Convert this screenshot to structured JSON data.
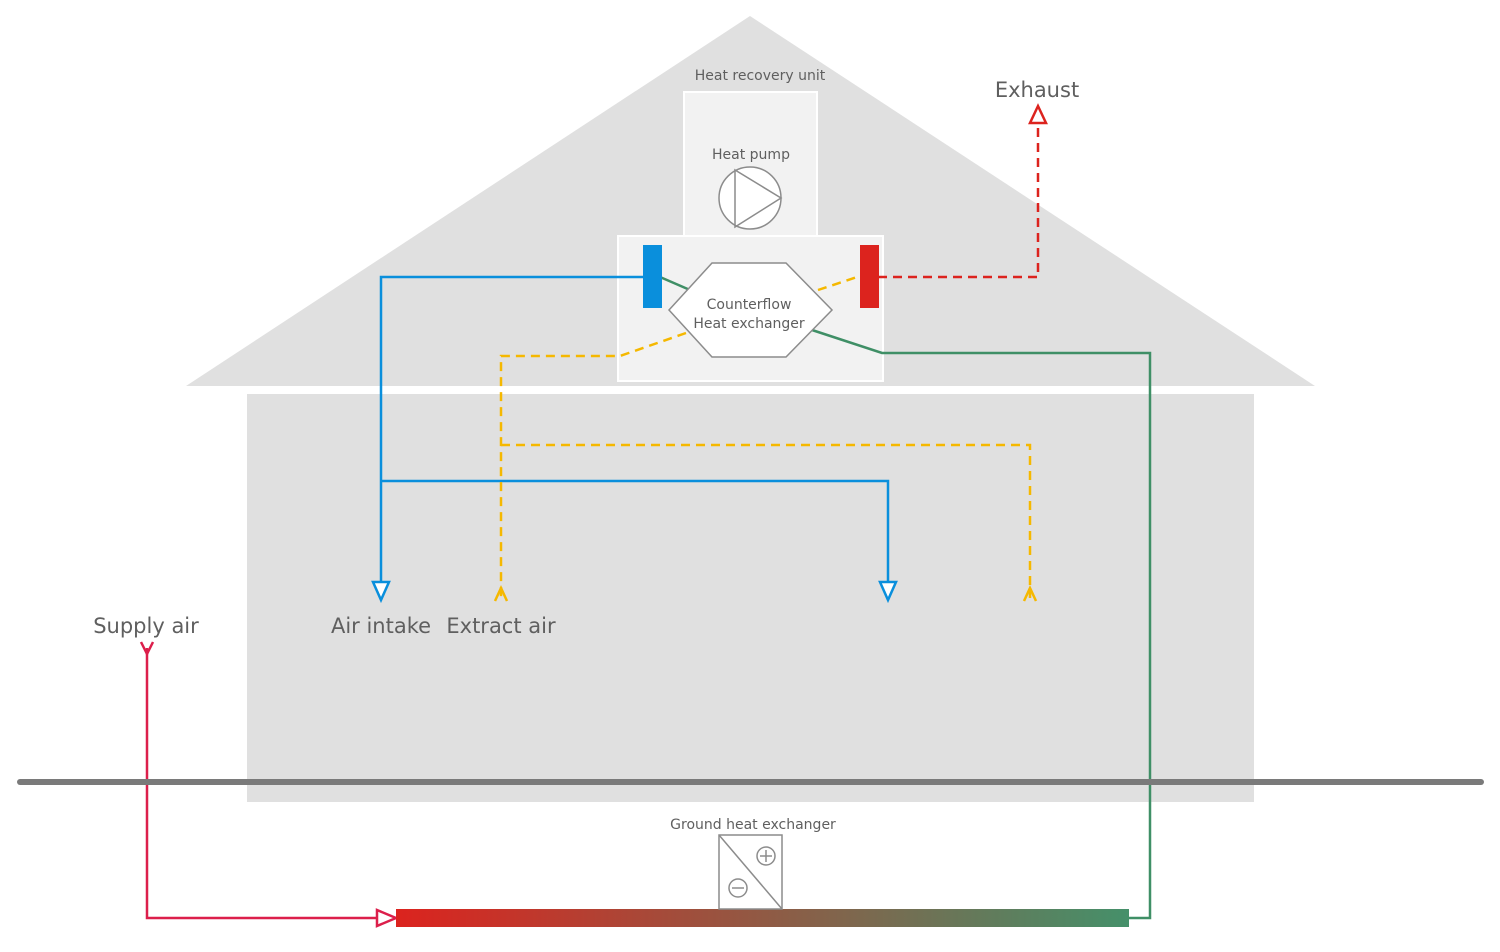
{
  "title": "Ground source heat recovery ventilation diagram",
  "colors": {
    "house": "#e0e0e0",
    "unit": "#f2f2f2",
    "exchanger_fill": "#ffffff",
    "outline": "#8c8c8c",
    "ground_line": "#7a7a7a",
    "air_intake": "#0a8fdc",
    "extract_air": "#f5b800",
    "exhaust": "#dc231e",
    "return_loop": "#3f8f66",
    "supply_air": "#dc1f4b",
    "pipe_hot": "#dc231e",
    "pipe_cold": "#45906a",
    "text": "#5f5f5f"
  },
  "labels": {
    "heat_recovery_unit": "Heat recovery unit",
    "heat_pump": "Heat pump",
    "exchanger_line1": "Counterflow",
    "exchanger_line2": "Heat exchanger",
    "exhaust": "Exhaust",
    "air_intake": "Air intake",
    "extract_air": "Extract air",
    "supply_air": "Supply air",
    "ground_heat_exchanger": "Ground heat exchanger"
  },
  "symbols": {
    "heat_pump": "pump-triangle-in-circle",
    "ground_exchanger_plus": "+",
    "ground_exchanger_minus": "−"
  },
  "flows": [
    {
      "name": "air-intake",
      "style": "solid",
      "color_key": "air_intake",
      "arrow": "down-hollow-triangle"
    },
    {
      "name": "extract-air",
      "style": "dashed",
      "color_key": "extract_air",
      "arrow": "up-open"
    },
    {
      "name": "exhaust",
      "style": "dashed",
      "color_key": "exhaust",
      "arrow": "up-hollow-triangle"
    },
    {
      "name": "ground-loop-return",
      "style": "solid",
      "color_key": "return_loop",
      "arrow": "none"
    },
    {
      "name": "supply-air",
      "style": "solid",
      "color_key": "supply_air",
      "arrow": "right-hollow-triangle"
    }
  ]
}
